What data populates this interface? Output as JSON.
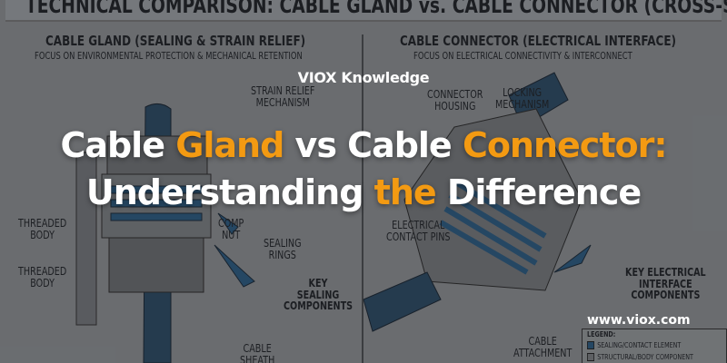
{
  "diagram": {
    "title": "TECHNICAL COMPARISON: CABLE GLAND vs. CABLE CONNECTOR (CROSS-SECTIONS)",
    "left": {
      "heading": "CABLE GLAND (SEALING & STRAIN RELIEF)",
      "subheading": "FOCUS ON ENVIRONMENTAL PROTECTION & MECHANICAL RETENTION",
      "labels": [
        "STRAIN RELIEF\nMECHANISM",
        "COMP\nNUT",
        "THREADED\nBODY",
        "SEALING\nRINGS",
        "THREADED\nBODY",
        "KEY\nSEALING\nCOMPONENTS",
        "CABLE\nSHEATH"
      ]
    },
    "right": {
      "heading": "CABLE CONNECTOR (ELECTRICAL INTERFACE)",
      "subheading": "FOCUS ON ELECTRICAL CONNECTIVITY & INTERCONNECT",
      "labels": [
        "LOCKING\nMECHANISM",
        "CONNECTOR\nHOUSING",
        "ELECTRICAL\nCONTACT PINS",
        "KEY ELECTRICAL\nINTERFACE\nCOMPONENTS",
        "CABLE\nATTACHMENT"
      ],
      "legend": {
        "title": "LEGEND:",
        "items": [
          {
            "label": "SEALING/CONTACT ELEMENT",
            "color": "#2c5a80"
          },
          {
            "label": "STRUCTURAL/BODY COMPONENT",
            "color": "#7a7d80"
          }
        ]
      }
    }
  },
  "overlay": {
    "brand": "VIOX Knowledge",
    "headline_line1": [
      "Cable ",
      "Gland",
      " vs Cable ",
      "Connector:"
    ],
    "headline_line2": [
      "Understanding ",
      "the",
      " Difference"
    ],
    "website": "www.viox.com",
    "accent_color": "#f39a12"
  }
}
